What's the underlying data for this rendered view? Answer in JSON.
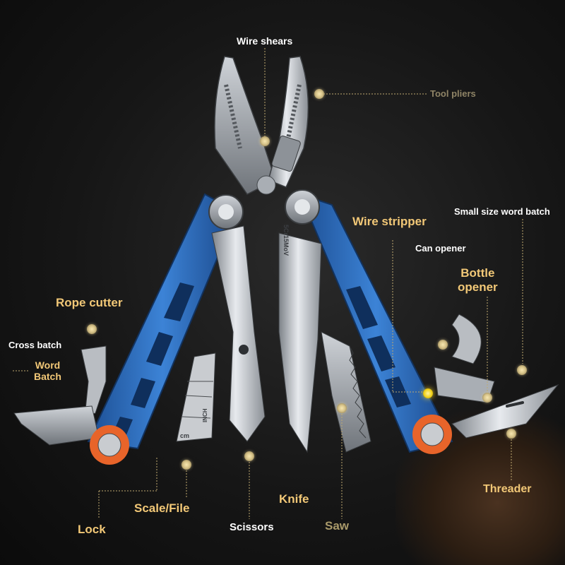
{
  "labels": {
    "wire_shears": "Wire shears",
    "tool_pliers": "Tool pliers",
    "small_size_word_batch": "Small size word batch",
    "wire_stripper": "Wire stripper",
    "can_opener": "Can opener",
    "bottle_opener_line1": "Bottle",
    "bottle_opener_line2": "opener",
    "rope_cutter": "Rope cutter",
    "cross_batch": "Cross batch",
    "word_batch_line1": "Word",
    "word_batch_line2": "Batch",
    "threader": "Threader",
    "knife": "Knife",
    "saw": "Saw",
    "scissors": "Scissors",
    "scale_file": "Scale/File",
    "lock": "Lock"
  },
  "engravings": {
    "blade_steel": "5Cr15MoV",
    "ruler_unit_cm": "cm",
    "ruler_unit_inch": "INCH"
  },
  "colors": {
    "handle_blue": "#2f6fc0",
    "accent_orange": "#e8642a",
    "label_gold": "#f2c877",
    "leader_line": "#bfa970",
    "background": "#141414"
  }
}
